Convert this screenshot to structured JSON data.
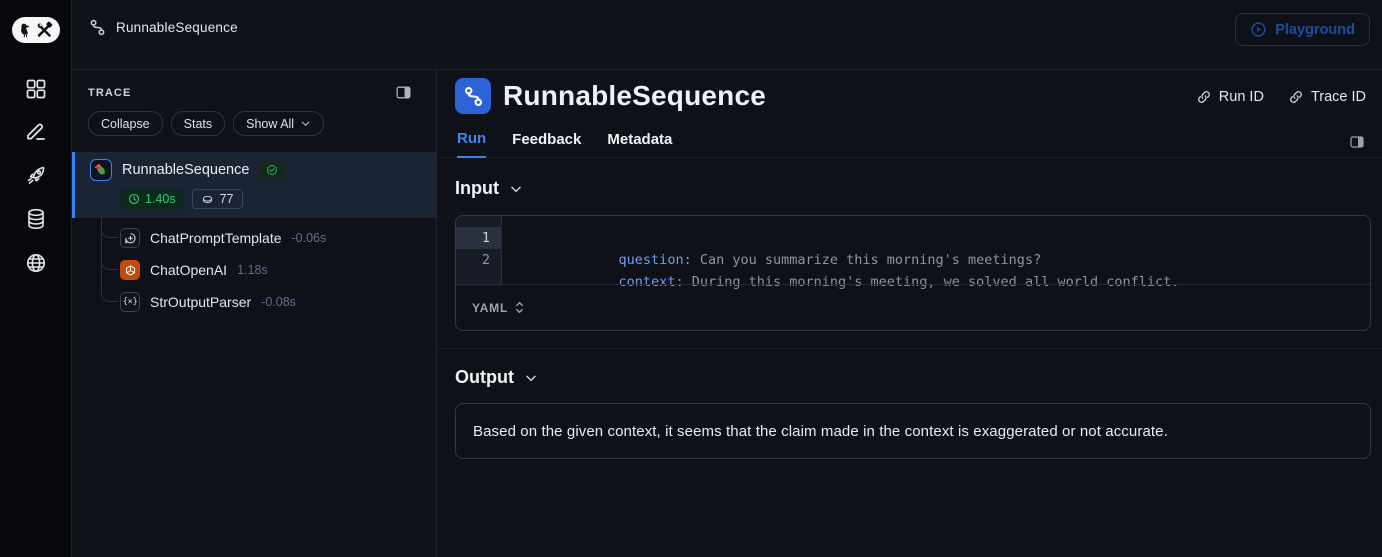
{
  "header": {
    "breadcrumb": "RunnableSequence",
    "playground_label": "Playground"
  },
  "trace_panel": {
    "title": "TRACE",
    "buttons": {
      "collapse": "Collapse",
      "stats": "Stats",
      "show_all": "Show All"
    },
    "root": {
      "label": "RunnableSequence",
      "status": "success",
      "duration": "1.40s",
      "tokens": "77"
    },
    "children": [
      {
        "label": "ChatPromptTemplate",
        "duration": "-0.06s"
      },
      {
        "label": "ChatOpenAI",
        "duration": "1.18s"
      },
      {
        "label": "StrOutputParser",
        "duration": "-0.08s"
      }
    ]
  },
  "main": {
    "title": "RunnableSequence",
    "run_id_label": "Run ID",
    "trace_id_label": "Trace ID",
    "tabs": [
      "Run",
      "Feedback",
      "Metadata"
    ],
    "active_tab": "Run",
    "input": {
      "label": "Input",
      "format": "YAML",
      "lines": [
        {
          "num": "1",
          "key": "question:",
          "value": " Can you summarize this morning's meetings?"
        },
        {
          "num": "2",
          "key": "context:",
          "value": " During this morning's meeting, we solved all world conflict."
        }
      ]
    },
    "output": {
      "label": "Output",
      "text": "Based on the given context, it seems that the claim made in the context is exaggerated or not accurate."
    }
  },
  "icons": {
    "logo": "langsmith-parrot-and-tools",
    "rail": [
      "apps-grid",
      "annotate-pencil",
      "rocket",
      "database",
      "globe"
    ],
    "misc": [
      "sequence-path",
      "link",
      "play-circle",
      "panel-toggle",
      "chevron-down",
      "check-circle",
      "clock",
      "token-coin",
      "chat-bubble-plus",
      "openai-mark",
      "braces-parser",
      "updown-select"
    ]
  },
  "colors": {
    "background": "#0e1117",
    "accent_blue": "#3b82f6",
    "success_green": "#2fd073",
    "openai_orange": "#c24a0a",
    "code_key_blue": "#739df2",
    "playground_dim_blue": "#1c4da6"
  }
}
